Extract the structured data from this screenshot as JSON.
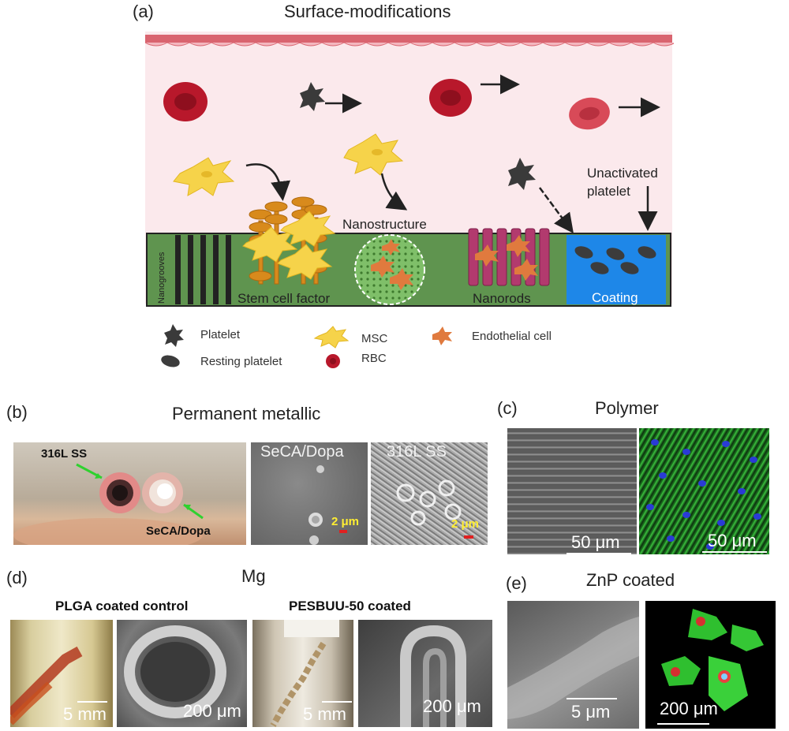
{
  "panel_a": {
    "letter": "(a)",
    "title": "Surface-modifications",
    "labels": {
      "nanogrooves": "Nanogrooves",
      "stem_cell_factor": "Stem cell factor",
      "nanostructure": "Nanostructure",
      "nanorods": "Nanorods",
      "coating": "Coating",
      "unactivated_platelet_line1": "Unactivated",
      "unactivated_platelet_line2": "platelet"
    },
    "legend": {
      "platelet": "Platelet",
      "resting_platelet": "Resting platelet",
      "msc": "MSC",
      "rbc": "RBC",
      "endothelial_cell": "Endothelial cell"
    }
  },
  "panel_b": {
    "letter": "(b)",
    "title": "Permanent metallic",
    "photo_labels": {
      "ss": "316L SS",
      "seca": "SeCA/Dopa"
    },
    "sem1_label": "SeCA/Dopa",
    "sem2_label": "316L SS",
    "scale1": "2 μm",
    "scale2": "2 μm"
  },
  "panel_c": {
    "letter": "(c)",
    "title": "Polymer",
    "scale1": "50 μm",
    "scale2": "50 μm"
  },
  "panel_d": {
    "letter": "(d)",
    "title": "Mg",
    "group1": "PLGA coated control",
    "group2": "PESBUU-50 coated",
    "scale1": "5 mm",
    "scale2": "200 μm",
    "scale3": "5 mm",
    "scale4": "200 μm"
  },
  "panel_e": {
    "letter": "(e)",
    "title": "ZnP coated",
    "scale1": "5 μm",
    "scale2": "200 μm"
  }
}
